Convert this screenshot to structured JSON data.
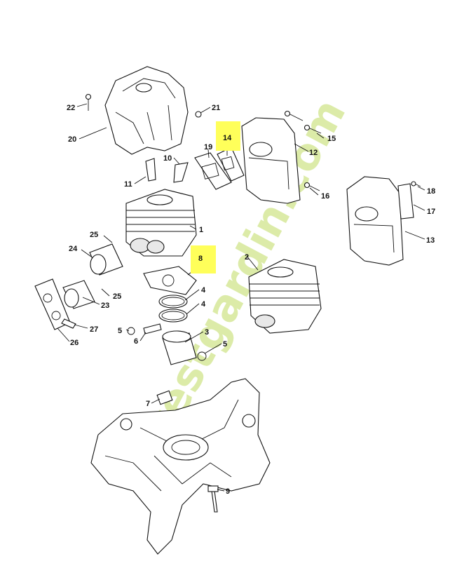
{
  "callouts": [
    "22",
    "21",
    "20",
    "14",
    "15",
    "19",
    "12",
    "10",
    "11",
    "16",
    "18",
    "17",
    "1",
    "25",
    "8",
    "13",
    "24",
    "2",
    "4",
    "25",
    "23",
    "4",
    "5",
    "3",
    "26",
    "27",
    "6",
    "5",
    "7",
    "9"
  ],
  "highlights": [
    "14",
    "8"
  ],
  "watermark": {
    "text": "Forestgardin.com",
    "green": "#d6e89a",
    "tan": "#cbbfa4"
  },
  "colors": {
    "highlight": "#ffff5a",
    "line": "#111111"
  }
}
